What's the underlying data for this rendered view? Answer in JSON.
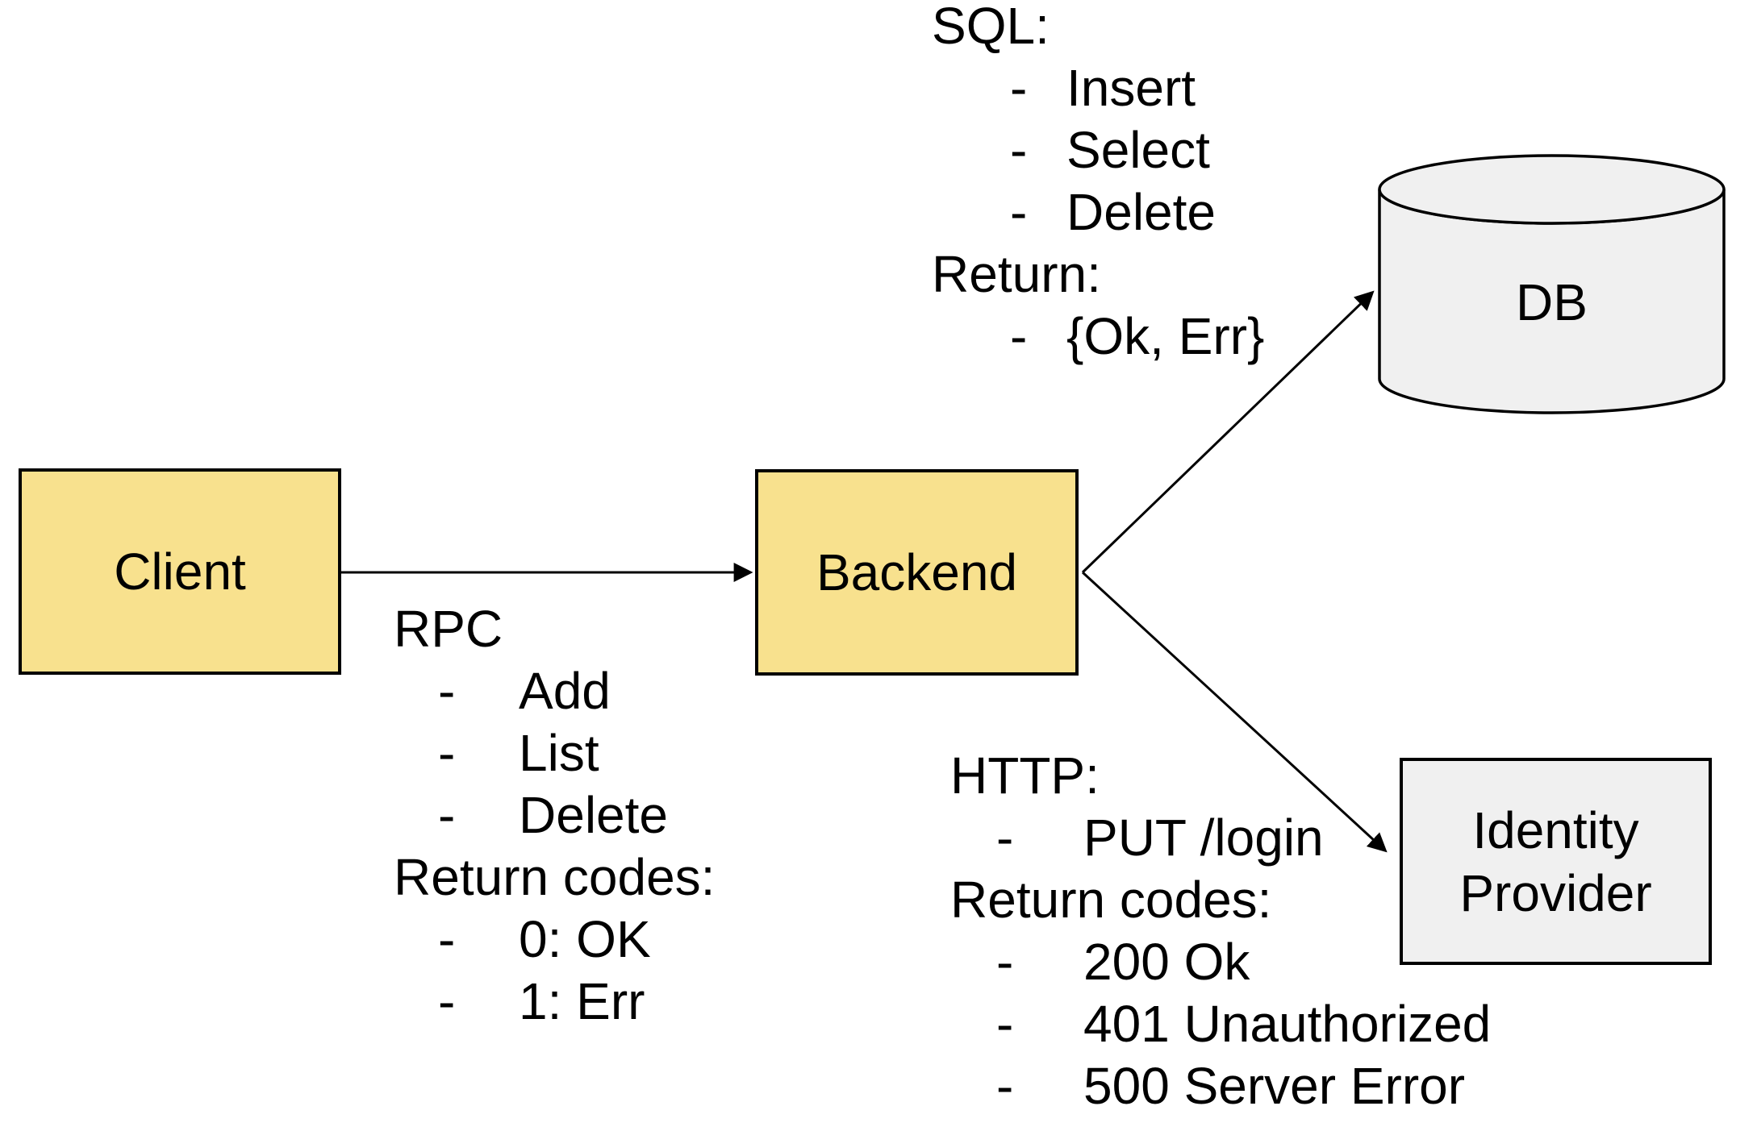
{
  "colors": {
    "background": "#ffffff",
    "node_yellow": "#f8e18e",
    "node_gray": "#f0f0f0",
    "stroke": "#000000"
  },
  "nodes": {
    "client": {
      "label": "Client"
    },
    "backend": {
      "label": "Backend"
    },
    "db": {
      "label": "DB"
    },
    "identity_provider": {
      "lines": [
        "Identity",
        "Provider"
      ]
    }
  },
  "annotations": {
    "rpc": {
      "lines": [
        {
          "text": "RPC"
        },
        {
          "bullet": "-",
          "text": "Add"
        },
        {
          "bullet": "-",
          "text": "List"
        },
        {
          "bullet": "-",
          "text": "Delete"
        },
        {
          "text": "Return codes:"
        },
        {
          "bullet": "-",
          "text": "0: OK"
        },
        {
          "bullet": "-",
          "text": "1: Err"
        }
      ]
    },
    "sql": {
      "lines": [
        {
          "text": "SQL:"
        },
        {
          "bullet": "-",
          "text": "Insert"
        },
        {
          "bullet": "-",
          "text": "Select"
        },
        {
          "bullet": "-",
          "text": "Delete"
        },
        {
          "text": "Return:"
        },
        {
          "bullet": "-",
          "text": "{Ok, Err}"
        }
      ]
    },
    "http": {
      "lines": [
        {
          "text": "HTTP:"
        },
        {
          "bullet": "-",
          "text": "PUT /login"
        },
        {
          "text": "Return codes:"
        },
        {
          "bullet": "-",
          "text": "200 Ok"
        },
        {
          "bullet": "-",
          "text": "401 Unauthorized"
        },
        {
          "bullet": "-",
          "text": "500 Server Error"
        }
      ]
    }
  }
}
